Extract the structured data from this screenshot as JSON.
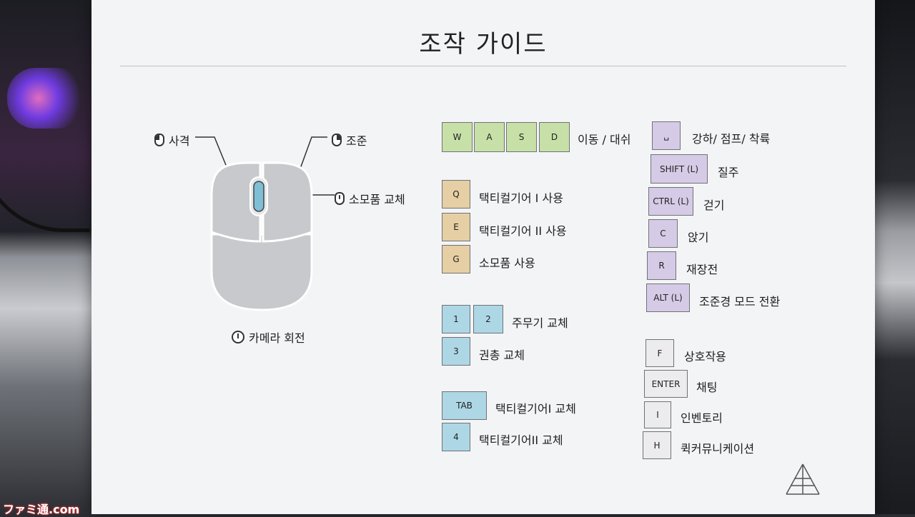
{
  "title": "조작 가이드",
  "mouse": {
    "left_label": "사격",
    "right_label": "조준",
    "wheel_label": "소모품 교체",
    "move_label": "카메라 회전",
    "body_color": "#c8c9cc",
    "wheel_color": "#7fbfd6"
  },
  "col1": {
    "move_keys": [
      "W",
      "A",
      "S",
      "D"
    ],
    "move_label": "이동 / 대쉬",
    "q_key": "Q",
    "q_label": "택티컬기어 I 사용",
    "e_key": "E",
    "e_label": "택티컬기어 II 사용",
    "g_key": "G",
    "g_label": "소모품 사용",
    "one_key": "1",
    "two_key": "2",
    "primary_label": "주무기 교체",
    "three_key": "3",
    "pistol_label": "권총 교체",
    "tab_key": "TAB",
    "tab_label": "택티컬기어I  교체",
    "four_key": "4",
    "four_label": "택티컬기어II  교체"
  },
  "col2": {
    "space_key": "␣",
    "space_label": "강하/ 점프/ 착륙",
    "shift_key": "SHIFT (L)",
    "shift_label": "질주",
    "ctrl_key": "CTRL (L)",
    "ctrl_label": "걷기",
    "c_key": "C",
    "c_label": "앉기",
    "r_key": "R",
    "r_label": "재장전",
    "alt_key": "ALT (L)",
    "alt_label": "조준경 모드 전환",
    "f_key": "F",
    "f_label": "상호작용",
    "enter_key": "ENTER",
    "enter_label": "채팅",
    "i_key": "I",
    "i_label": "인벤토리",
    "h_key": "H",
    "h_label": "퀵커뮤니케이션"
  },
  "colors": {
    "green": "#c7e0a8",
    "orange": "#e6cfa4",
    "blue": "#aed7e6",
    "purple": "#d6cbe6",
    "gray": "#ececee"
  },
  "watermark": "ファミ通.com"
}
